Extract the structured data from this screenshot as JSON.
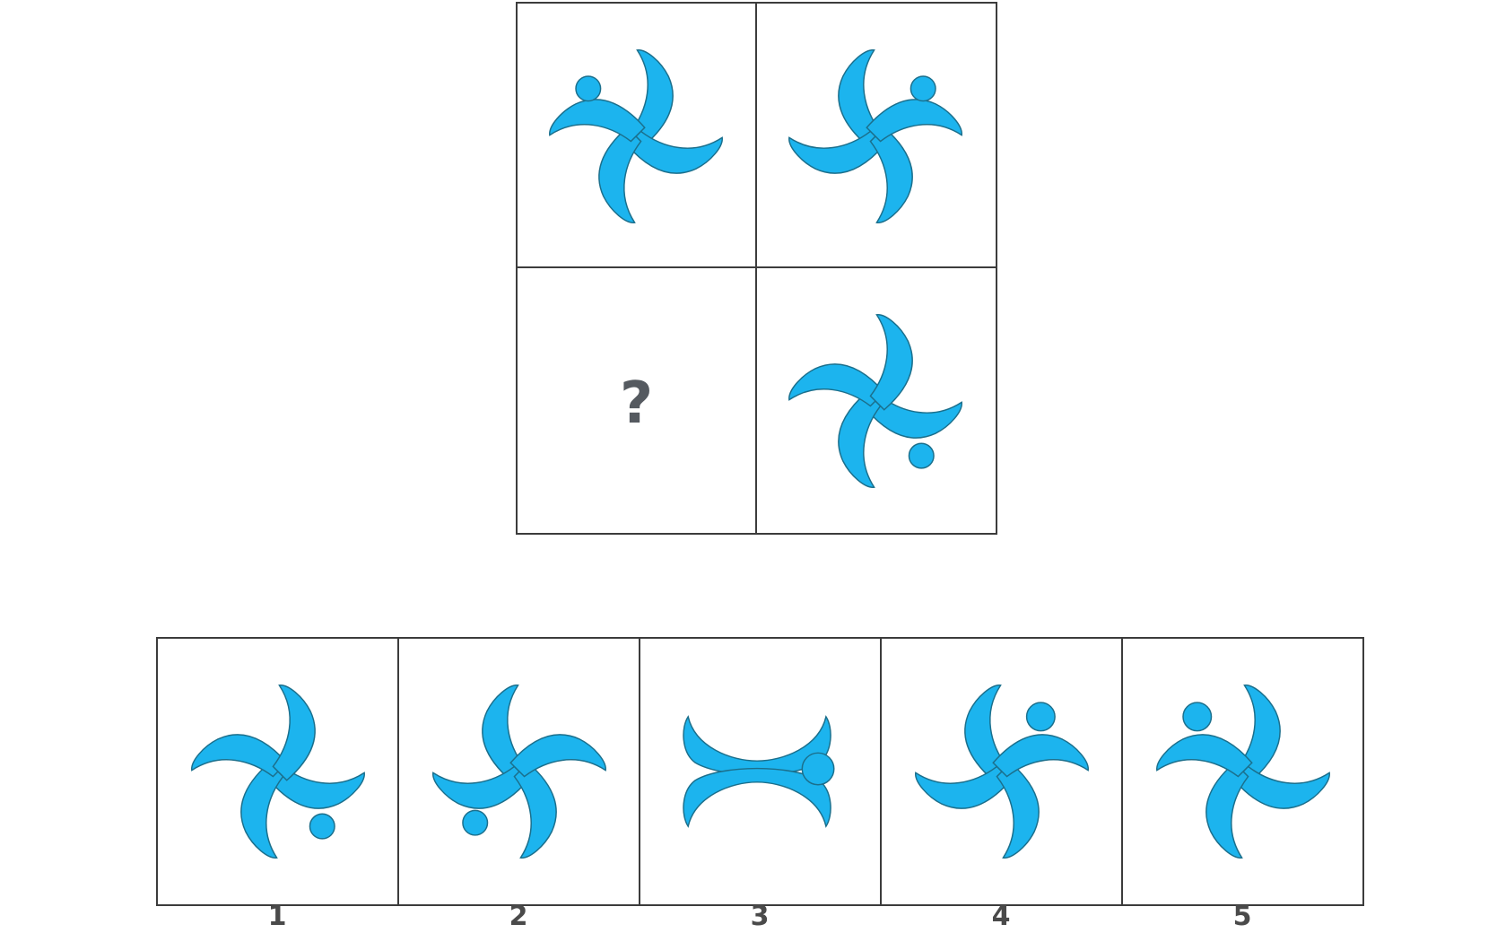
{
  "puzzle": {
    "question_mark": "?"
  },
  "options": [
    {
      "label": "1"
    },
    {
      "label": "2"
    },
    {
      "label": "3"
    },
    {
      "label": "4"
    },
    {
      "label": "5"
    }
  ],
  "colors": {
    "shape_fill": "#1cb4ee",
    "shape_stroke": "#1b6f8c",
    "grid_border": "#3c3c3c",
    "text": "#4a4a4a"
  },
  "icons": [
    "crescent-pinwheel-figure",
    "dot"
  ]
}
